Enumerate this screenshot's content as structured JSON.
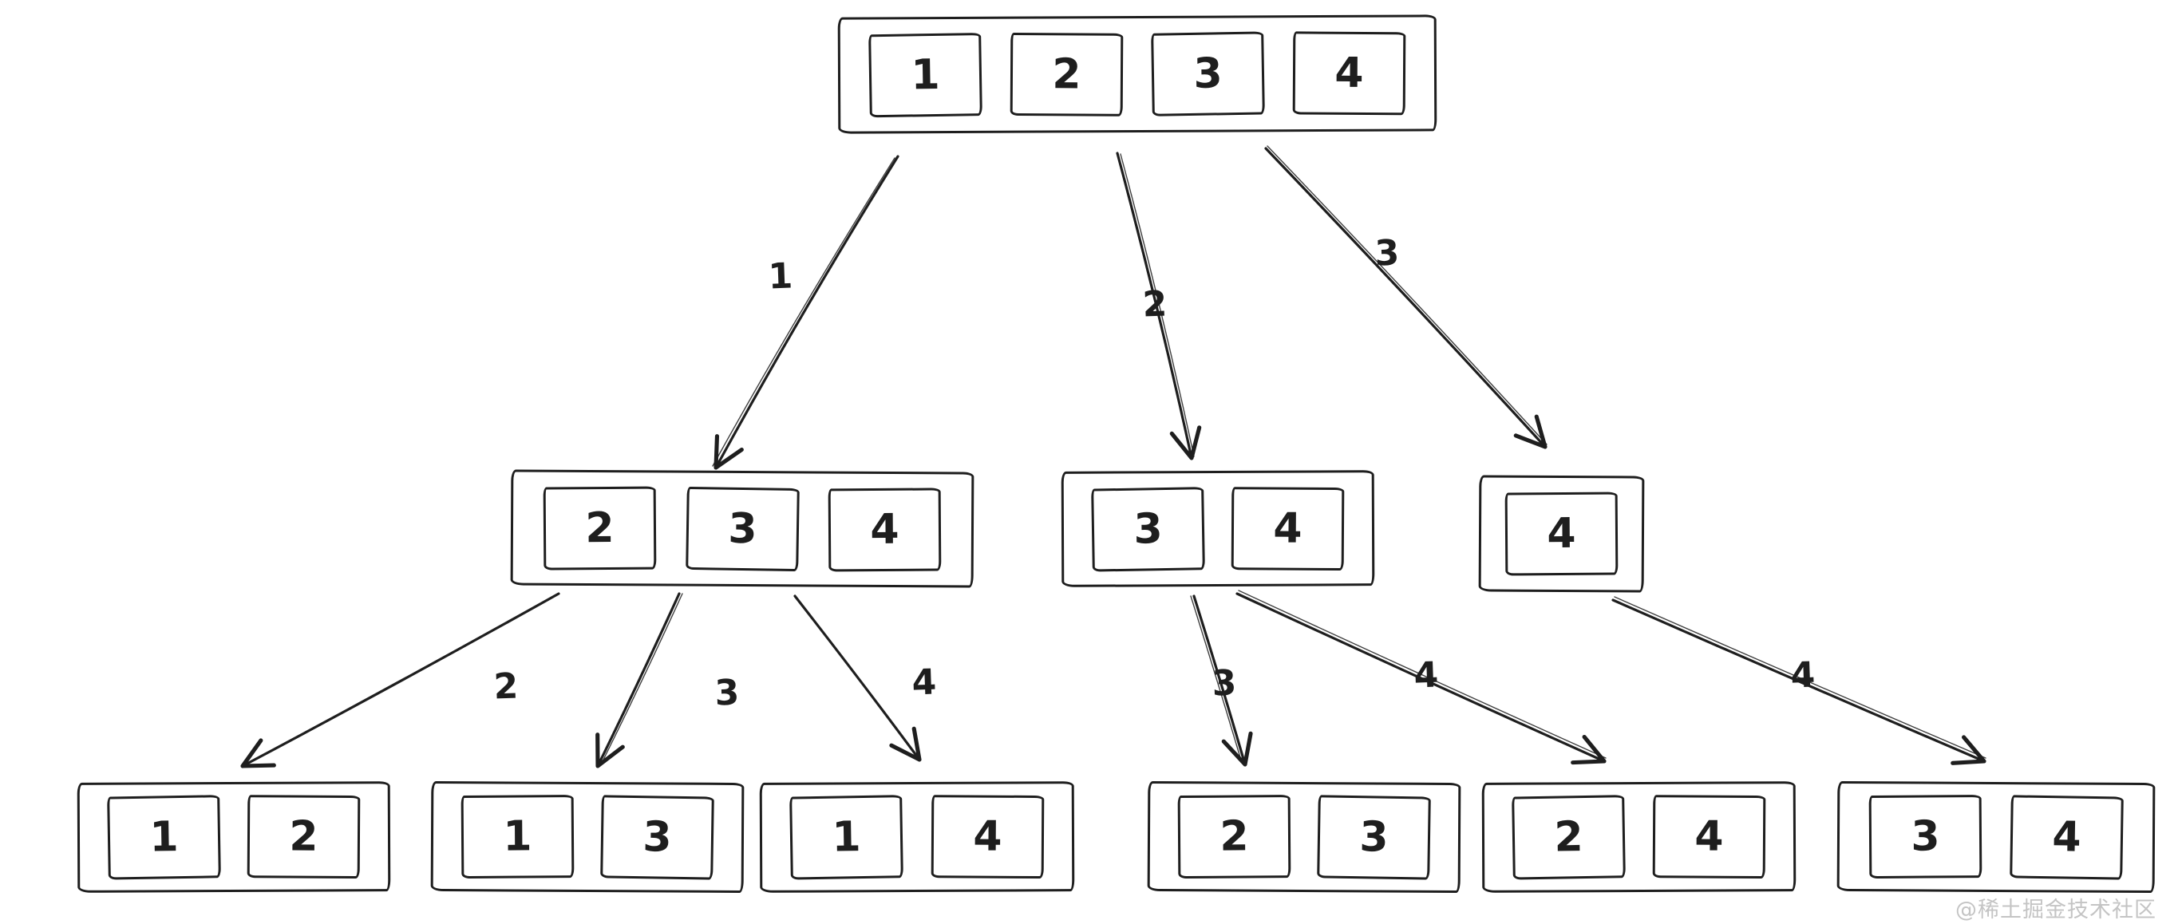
{
  "diagram_type": "tree",
  "nodes": {
    "root": {
      "values": [
        "1",
        "2",
        "3",
        "4"
      ]
    },
    "n234": {
      "values": [
        "2",
        "3",
        "4"
      ]
    },
    "n34": {
      "values": [
        "3",
        "4"
      ]
    },
    "n4": {
      "values": [
        "4"
      ]
    },
    "n12": {
      "values": [
        "1",
        "2"
      ]
    },
    "n13": {
      "values": [
        "1",
        "3"
      ]
    },
    "n14": {
      "values": [
        "1",
        "4"
      ]
    },
    "n23": {
      "values": [
        "2",
        "3"
      ]
    },
    "n24": {
      "values": [
        "2",
        "4"
      ]
    },
    "n34b": {
      "values": [
        "3",
        "4"
      ]
    }
  },
  "edges": [
    {
      "from": "root",
      "to": "n234",
      "label": "1"
    },
    {
      "from": "root",
      "to": "n34",
      "label": "2"
    },
    {
      "from": "root",
      "to": "n4",
      "label": "3"
    },
    {
      "from": "n234",
      "to": "n12",
      "label": "2"
    },
    {
      "from": "n234",
      "to": "n13",
      "label": "3"
    },
    {
      "from": "n234",
      "to": "n14",
      "label": "4"
    },
    {
      "from": "n34",
      "to": "n23",
      "label": "3"
    },
    {
      "from": "n34",
      "to": "n24",
      "label": "4"
    },
    {
      "from": "n4",
      "to": "n34b",
      "label": "4"
    }
  ],
  "watermark": "@稀土掘金技术社区",
  "colors": {
    "stroke": "#1e1e1e",
    "background": "#ffffff",
    "watermark": "#c4c4c4"
  }
}
